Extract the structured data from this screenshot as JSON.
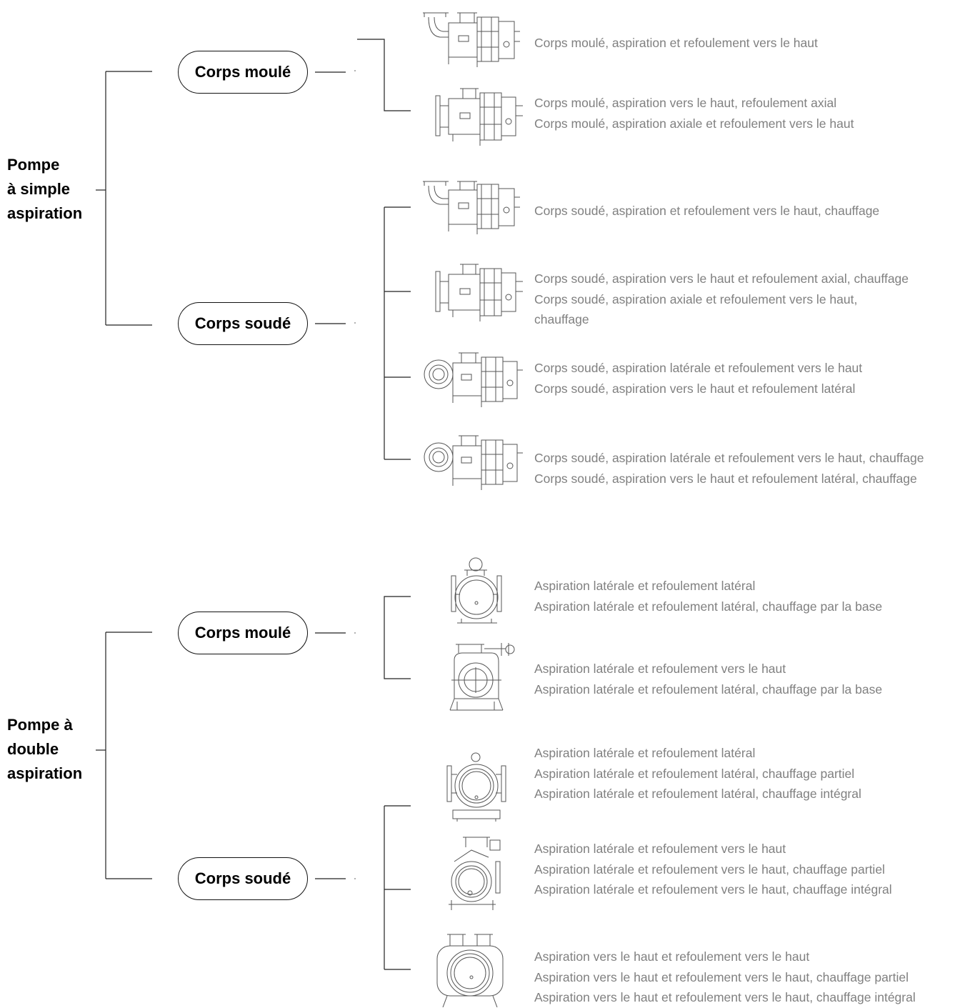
{
  "families": [
    {
      "title_lines": [
        "Pompe",
        "à simple",
        "aspiration"
      ],
      "bodies": [
        {
          "label": "Corps moulé",
          "variants": [
            {
              "icon": "pump-drawing-side-icon",
              "lines": [
                "Corps moulé, aspiration et refoulement vers le haut"
              ]
            },
            {
              "icon": "pump-drawing-side-icon",
              "lines": [
                "Corps moulé, aspiration vers le haut, refoulement axial",
                "Corps moulé, aspiration axiale et refoulement vers le haut"
              ]
            }
          ]
        },
        {
          "label": "Corps soudé",
          "variants": [
            {
              "icon": "pump-drawing-side-icon",
              "lines": [
                "Corps soudé, aspiration et refoulement vers le haut, chauffage"
              ]
            },
            {
              "icon": "pump-drawing-side-icon",
              "lines": [
                "Corps soudé, aspiration vers le haut et refoulement axial, chauffage",
                "Corps soudé, aspiration axiale et refoulement vers le haut,",
                "chauffage"
              ]
            },
            {
              "icon": "pump-drawing-side-icon",
              "lines": [
                "Corps soudé, aspiration latérale et refoulement vers le haut",
                "Corps soudé, aspiration vers le haut et refoulement latéral"
              ]
            },
            {
              "icon": "pump-drawing-side-icon",
              "lines": [
                "Corps soudé, aspiration latérale et refoulement vers le haut, chauffage",
                "Corps soudé, aspiration vers le haut et refoulement latéral, chauffage"
              ]
            }
          ]
        }
      ]
    },
    {
      "title_lines": [
        "Pompe à",
        "double",
        "aspiration"
      ],
      "bodies": [
        {
          "label": "Corps moulé",
          "variants": [
            {
              "icon": "pump-drawing-front-icon",
              "lines": [
                "Aspiration latérale et refoulement latéral",
                "Aspiration latérale et refoulement latéral, chauffage par la base"
              ]
            },
            {
              "icon": "pump-drawing-front-icon",
              "lines": [
                "Aspiration latérale et refoulement vers le haut",
                "Aspiration latérale et refoulement latéral, chauffage par la base"
              ]
            }
          ]
        },
        {
          "label": "Corps soudé",
          "variants": [
            {
              "icon": "pump-drawing-front-icon",
              "lines": [
                "Aspiration latérale et refoulement latéral",
                "Aspiration latérale et refoulement latéral, chauffage partiel",
                "Aspiration latérale et refoulement latéral, chauffage intégral"
              ]
            },
            {
              "icon": "pump-drawing-front-icon",
              "lines": [
                "Aspiration latérale et refoulement vers le haut",
                "Aspiration latérale et refoulement vers le haut, chauffage partiel",
                "Aspiration latérale et refoulement vers le haut, chauffage intégral"
              ]
            },
            {
              "icon": "pump-drawing-front-icon",
              "lines": [
                "Aspiration vers le haut et refoulement vers le haut",
                "Aspiration vers le haut et refoulement vers le haut, chauffage partiel",
                "Aspiration vers le haut et refoulement vers le haut, chauffage intégral"
              ]
            }
          ]
        }
      ]
    }
  ]
}
